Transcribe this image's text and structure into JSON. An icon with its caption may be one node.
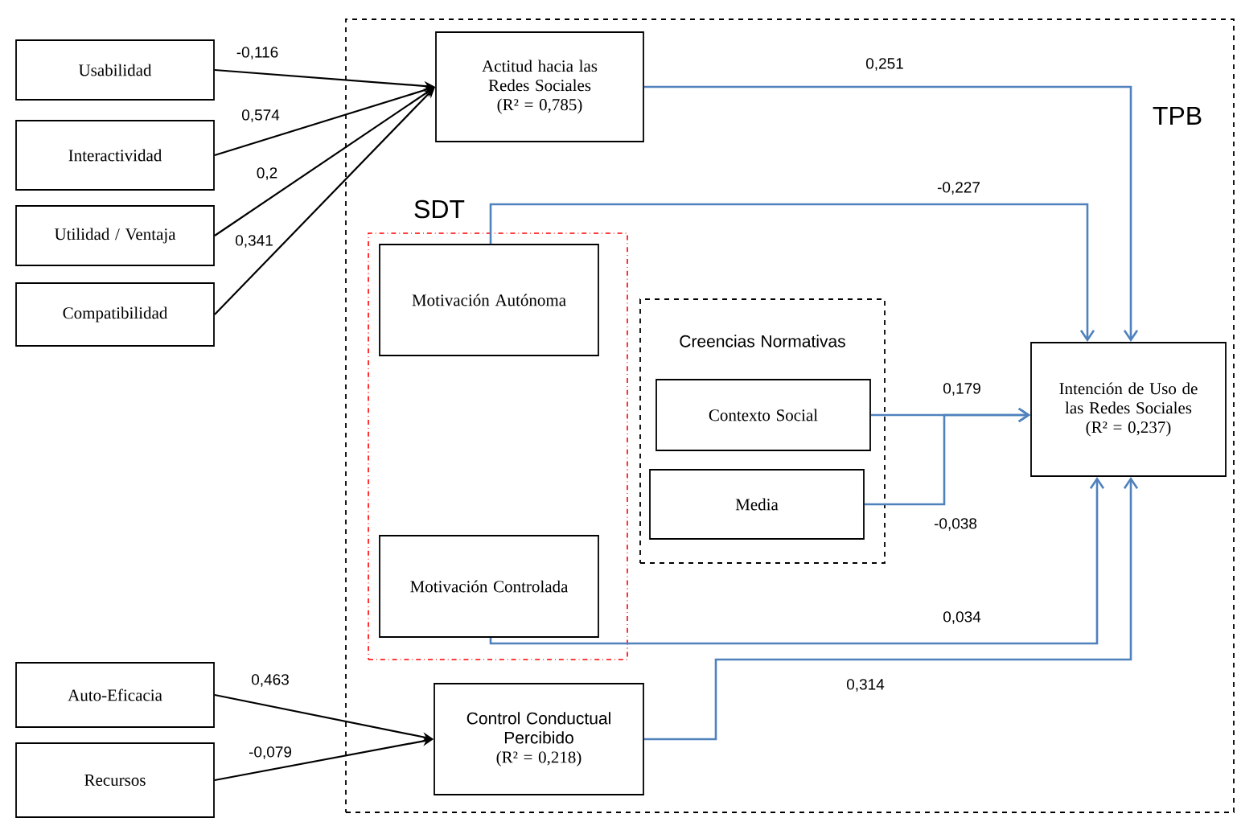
{
  "diagram": {
    "nodes": [
      {
        "text": [
          "TPB"
        ]
      },
      {
        "text": [
          "Usabilidad"
        ]
      },
      {
        "text": [
          "Interactividad"
        ]
      },
      {
        "text": [
          "Utilidad / Ventaja"
        ]
      },
      {
        "text": [
          "Compatibilidad"
        ]
      },
      {
        "text": [
          "Actitud hacia las Redes Sociales",
          "(R² = 0,785)"
        ],
        "in": 0
      },
      {
        "text": [
          "SDT"
        ],
        "in": 0
      },
      {
        "text": [
          "Motivación Autónoma"
        ],
        "in": 6
      },
      {
        "text": [
          "Creencias Normativas"
        ],
        "in": 0
      },
      {
        "text": [
          "Contexto Social"
        ],
        "in": 8
      },
      {
        "text": [
          "Media"
        ],
        "in": 8
      },
      {
        "text": [
          "Motivación Controlada"
        ],
        "in": 6
      },
      {
        "text": [
          "Intención de Uso de las Redes Sociales",
          "(R² = 0,237)"
        ],
        "in": 0
      },
      {
        "text": [
          "Auto-Eficacia"
        ]
      },
      {
        "text": [
          "Recursos"
        ]
      },
      {
        "text": [
          "Control Conductual Percibido",
          "(R² = 0,218)"
        ],
        "in": 0
      }
    ],
    "edges": [
      {
        "from": 1,
        "to": 5,
        "arrow": "to",
        "label": "-0,116"
      },
      {
        "from": 2,
        "to": 5,
        "arrow": "to",
        "label": "0,574"
      },
      {
        "from": 3,
        "to": 5,
        "arrow": "to",
        "label": "0,2"
      },
      {
        "from": 4,
        "to": 5,
        "arrow": "to",
        "label": "0,341"
      },
      {
        "from": 5,
        "to": 12,
        "arrow": "to",
        "label": "0,251",
        "color": "#4f81bd"
      },
      {
        "from": 7,
        "to": 12,
        "arrow": "to",
        "label": "-0,227",
        "color": "#4f81bd"
      },
      {
        "from": 9,
        "to": 12,
        "arrow": "to",
        "label": "0,179",
        "color": "#4f81bd"
      },
      {
        "from": 10,
        "to": 12,
        "arrow": "to",
        "label": "-0,038",
        "color": "#4f81bd"
      },
      {
        "from": 11,
        "to": 12,
        "arrow": "to",
        "label": "0,034",
        "color": "#4f81bd"
      },
      {
        "from": 15,
        "to": 12,
        "arrow": "to",
        "label": "0,314",
        "color": "#4f81bd"
      },
      {
        "from": 13,
        "to": 15,
        "arrow": "to",
        "label": "0,463"
      },
      {
        "from": 14,
        "to": 15,
        "arrow": "to",
        "label": "-0,079"
      }
    ]
  }
}
